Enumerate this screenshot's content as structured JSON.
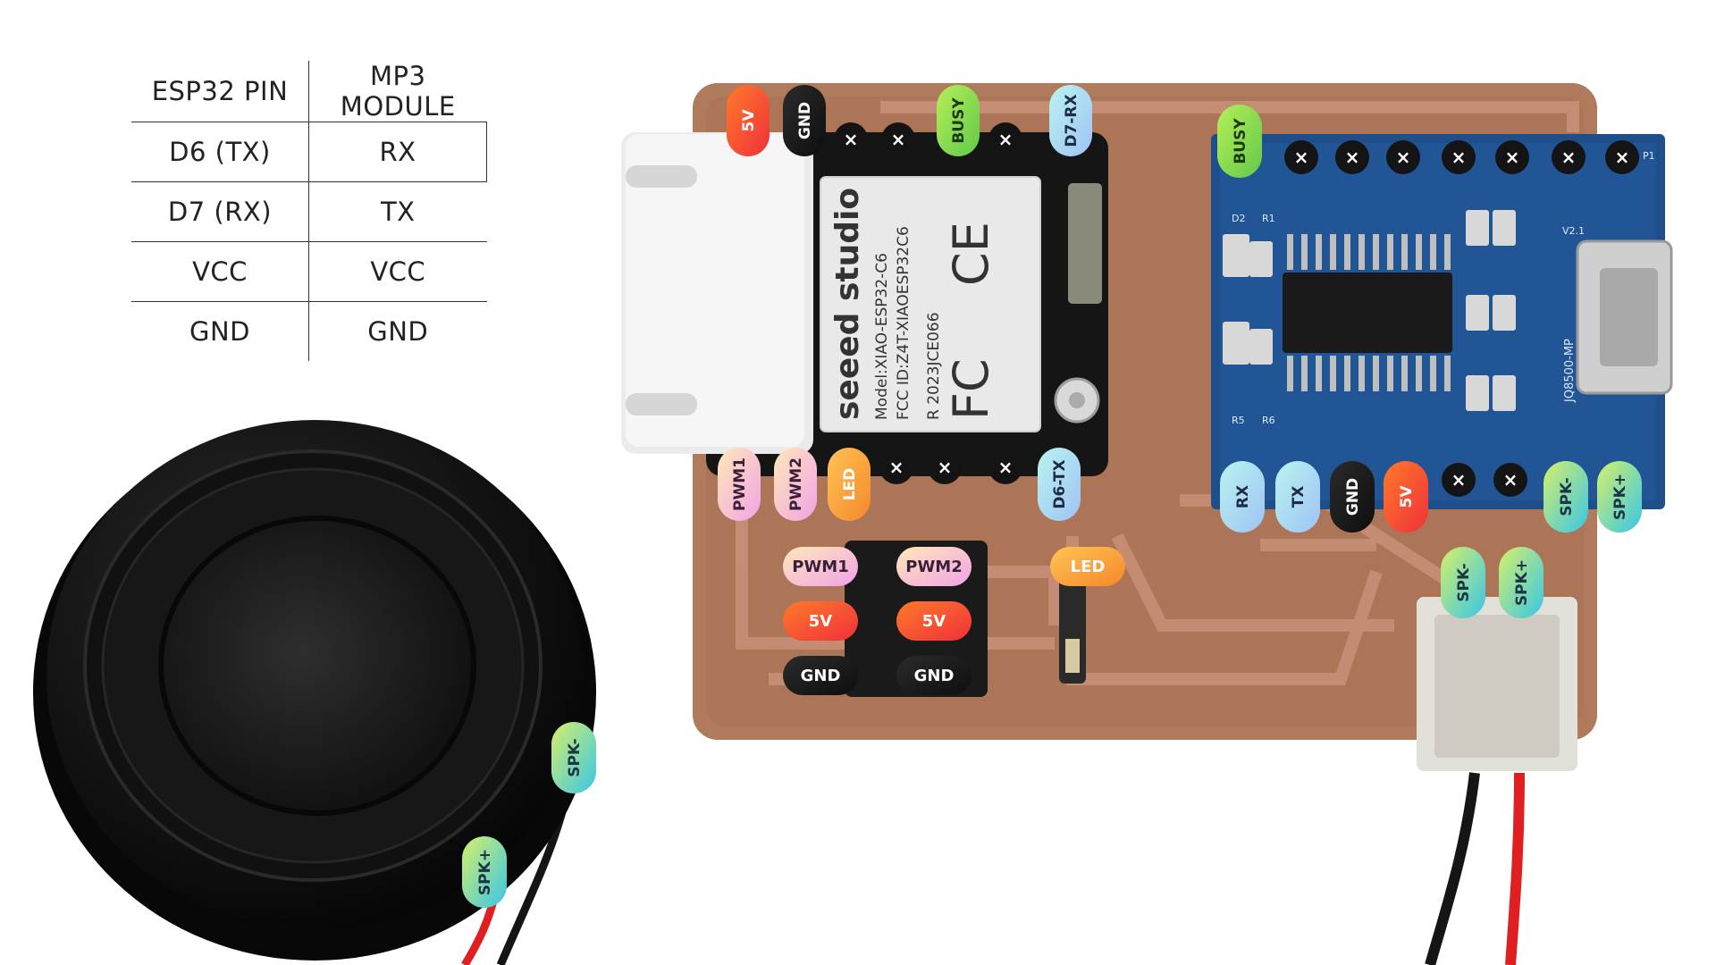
{
  "table": {
    "headers": [
      "ESP32 PIN",
      "MP3 MODULE"
    ],
    "rows": [
      [
        "D6 (TX)",
        "RX"
      ],
      [
        "D7 (RX)",
        "TX"
      ],
      [
        "VCC",
        "VCC"
      ],
      [
        "GND",
        "GND"
      ]
    ]
  },
  "xiao_module": {
    "brand": "seeed studio",
    "model": "Model:XIAO-ESP32-C6",
    "fcc": "FCC ID:Z4T-XIAOESP32C6",
    "cert": "R 2023JCE066",
    "ce_mark": "CE",
    "fc_mark": "FC"
  },
  "mp3_module": {
    "chip": "MP3 module board",
    "label_v": "JQ8500-MP",
    "silk": [
      "D2",
      "R1",
      "P1",
      "R5",
      "R6",
      "V2.1"
    ]
  },
  "labels": {
    "esp_top": [
      {
        "text": "5V",
        "color": "red"
      },
      {
        "text": "GND",
        "color": "black"
      },
      {
        "text": "×",
        "color": "x"
      },
      {
        "text": "×",
        "color": "x"
      },
      {
        "text": "BUSY",
        "color": "green"
      },
      {
        "text": "×",
        "color": "x"
      },
      {
        "text": "D7-RX",
        "color": "blue"
      }
    ],
    "esp_bottom": [
      {
        "text": "PWM1",
        "color": "pink"
      },
      {
        "text": "PWM2",
        "color": "pink"
      },
      {
        "text": "LED",
        "color": "orange"
      },
      {
        "text": "×",
        "color": "x"
      },
      {
        "text": "×",
        "color": "x"
      },
      {
        "text": "×",
        "color": "x"
      },
      {
        "text": "D6-TX",
        "color": "blue"
      }
    ],
    "mp3_top": [
      {
        "text": "BUSY",
        "color": "green"
      },
      {
        "text": "×",
        "color": "x"
      },
      {
        "text": "×",
        "color": "x"
      },
      {
        "text": "×",
        "color": "x"
      },
      {
        "text": "×",
        "color": "x"
      },
      {
        "text": "×",
        "color": "x"
      },
      {
        "text": "×",
        "color": "x"
      },
      {
        "text": "×",
        "color": "x"
      }
    ],
    "mp3_bottom": [
      {
        "text": "RX",
        "color": "blue"
      },
      {
        "text": "TX",
        "color": "blue"
      },
      {
        "text": "GND",
        "color": "black"
      },
      {
        "text": "5V",
        "color": "red"
      },
      {
        "text": "×",
        "color": "x"
      },
      {
        "text": "×",
        "color": "x"
      },
      {
        "text": "SPK-",
        "color": "teal"
      },
      {
        "text": "SPK+",
        "color": "teal"
      }
    ],
    "headers_row1": [
      {
        "text": "PWM1",
        "color": "pink"
      },
      {
        "text": "PWM2",
        "color": "pink"
      },
      {
        "text": "LED",
        "color": "orange"
      }
    ],
    "headers_row2": [
      {
        "text": "5V",
        "color": "red"
      },
      {
        "text": "5V",
        "color": "red"
      }
    ],
    "headers_row3": [
      {
        "text": "GND",
        "color": "black"
      },
      {
        "text": "GND",
        "color": "black"
      }
    ],
    "connector": [
      {
        "text": "SPK-",
        "color": "teal"
      },
      {
        "text": "SPK+",
        "color": "teal"
      }
    ],
    "speaker": [
      {
        "text": "SPK-",
        "color": "teal"
      },
      {
        "text": "SPK+",
        "color": "teal"
      }
    ]
  },
  "colors": {
    "red": [
      "#ff7a2a",
      "#f0303a"
    ],
    "black": [
      "#2b2b2b",
      "#0e0e0e"
    ],
    "green": [
      "#b6ee5a",
      "#62c948"
    ],
    "blue": [
      "#b9f3ef",
      "#9fc3f5"
    ],
    "pink": [
      "#ffe9b8",
      "#f2a2e6"
    ],
    "orange": [
      "#ffc454",
      "#f5872c"
    ],
    "teal": [
      "#d6f06a",
      "#38c6e6"
    ],
    "x": [
      "#141414",
      "#141414"
    ],
    "pcb": "#b07a5d",
    "pcb_trace": "#c99278",
    "module_blue": "#1e4f8a",
    "xiao_black": "#151515",
    "shield": "#ebebeb"
  }
}
